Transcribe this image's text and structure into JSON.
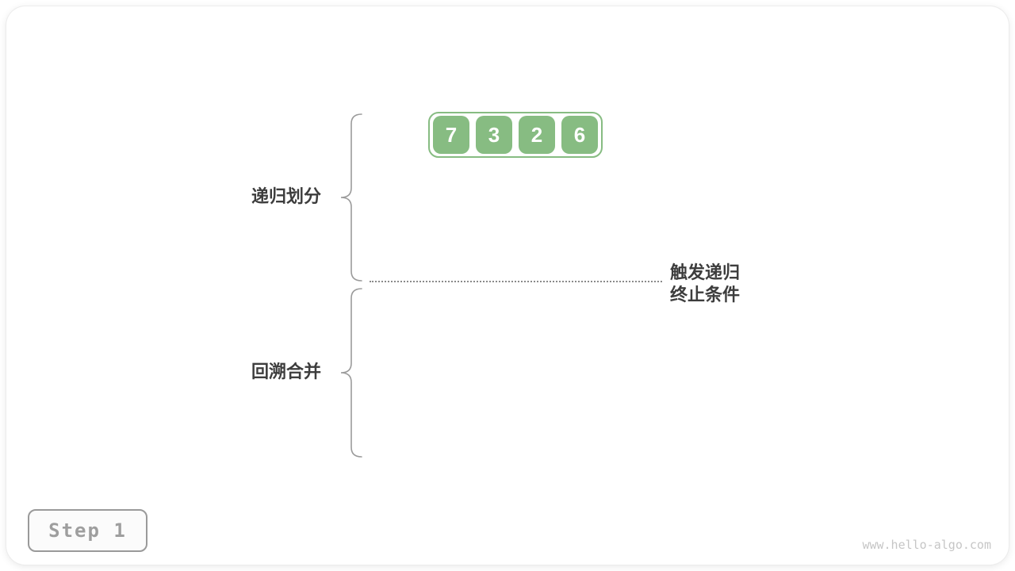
{
  "diagram": {
    "array": {
      "values": [
        "7",
        "3",
        "2",
        "6"
      ]
    },
    "phase_labels": {
      "divide": "递归划分",
      "merge": "回溯合并"
    },
    "annotation": {
      "line1": "触发递归",
      "line2": "终止条件"
    }
  },
  "page": {
    "step_badge": "Step 1",
    "watermark": "www.hello-algo.com"
  },
  "colors": {
    "array_green": "#87BC82",
    "array_number_text": "#FFFFFF",
    "label_text": "#3D3D3D",
    "brace_stroke": "#9B9B9B",
    "divider_dots": "#8A8A8A",
    "step_badge_text": "#9E9E9E",
    "watermark_text": "#C6C6C6"
  }
}
